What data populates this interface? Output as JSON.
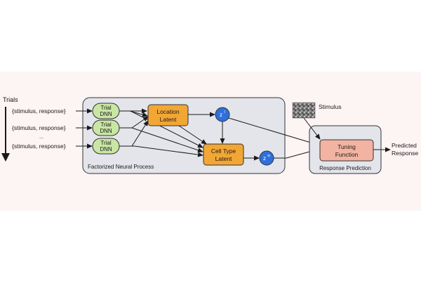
{
  "trials": {
    "title": "Trials",
    "rows": [
      "{stimulus, response}",
      "{stimulus, response}",
      "{stimulus, response}"
    ],
    "ellipsis": "..."
  },
  "fnp": {
    "label": "Factorized Neural Process",
    "trial_dnn": [
      "Trial",
      "DNN"
    ],
    "location_latent": [
      "Location",
      "Latent"
    ],
    "cell_type_latent": [
      "Cell Type",
      "Latent"
    ],
    "z_l": {
      "base": "z",
      "sup": "l"
    },
    "z_w": {
      "base": "z",
      "sup": "w"
    }
  },
  "response": {
    "label": "Response Prediction",
    "stimulus": "Stimulus",
    "tuning": [
      "Tuning",
      "Function"
    ],
    "predicted": [
      "Predicted",
      "Response"
    ]
  },
  "colors": {
    "band": "#fdf4f4",
    "panel": "#e3e5ea",
    "dnn": "#c9e6a4",
    "latent": "#f2a635",
    "z": "#2f6fdc",
    "tuning": "#f2b3a2"
  }
}
